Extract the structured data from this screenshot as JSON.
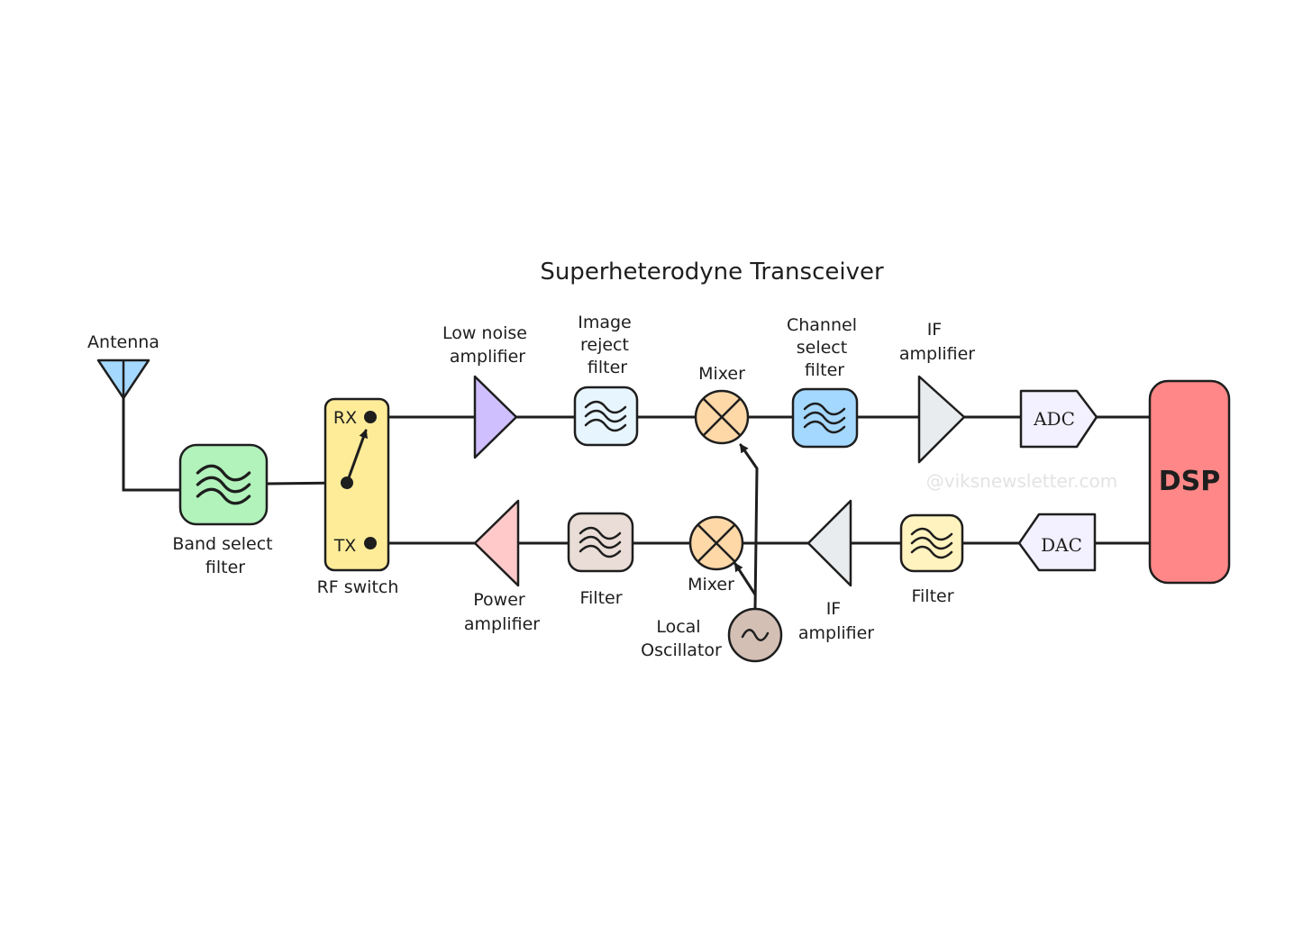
{
  "diagram": {
    "title": "Superheterodyne Transceiver",
    "watermark": "@viksnewsletter.com",
    "antenna": {
      "label": "Antenna",
      "color": "#a5d8ff"
    },
    "band_select_filter": {
      "label_line1": "Band select",
      "label_line2": "filter",
      "color": "#b2f2bb"
    },
    "rf_switch": {
      "label": "RF switch",
      "rx_label": "RX",
      "tx_label": "TX",
      "color": "#ffec99"
    },
    "rx_chain": {
      "lna": {
        "label_line1": "Low noise",
        "label_line2": "amplifier",
        "color": "#d0bfff"
      },
      "image_reject_filter": {
        "label_line1": "Image",
        "label_line2": "reject",
        "label_line3": "filter",
        "color": "#e7f5ff"
      },
      "mixer": {
        "label": "Mixer",
        "color": "#ffd8a8"
      },
      "channel_select_filter": {
        "label_line1": "Channel",
        "label_line2": "select",
        "label_line3": "filter",
        "color": "#a5d8ff"
      },
      "if_amplifier": {
        "label_line1": "IF",
        "label_line2": "amplifier",
        "color": "#e9ecef"
      },
      "adc": {
        "label": "ADC",
        "color": "#f3f0ff"
      }
    },
    "tx_chain": {
      "power_amplifier": {
        "label_line1": "Power",
        "label_line2": "amplifier",
        "color": "#ffc9c9"
      },
      "filter": {
        "label": "Filter",
        "color": "#eaddd7"
      },
      "mixer": {
        "label": "Mixer",
        "color": "#ffd8a8"
      },
      "if_amplifier": {
        "label_line1": "IF",
        "label_line2": "amplifier",
        "color": "#e9ecef"
      },
      "filter2": {
        "label": "Filter",
        "color": "#fff3bf"
      },
      "dac": {
        "label": "DAC",
        "color": "#f3f0ff"
      }
    },
    "local_oscillator": {
      "label_line1": "Local",
      "label_line2": "Oscillator",
      "color": "#d3bfb4"
    },
    "dsp": {
      "label": "DSP",
      "color": "#ff8787"
    }
  }
}
